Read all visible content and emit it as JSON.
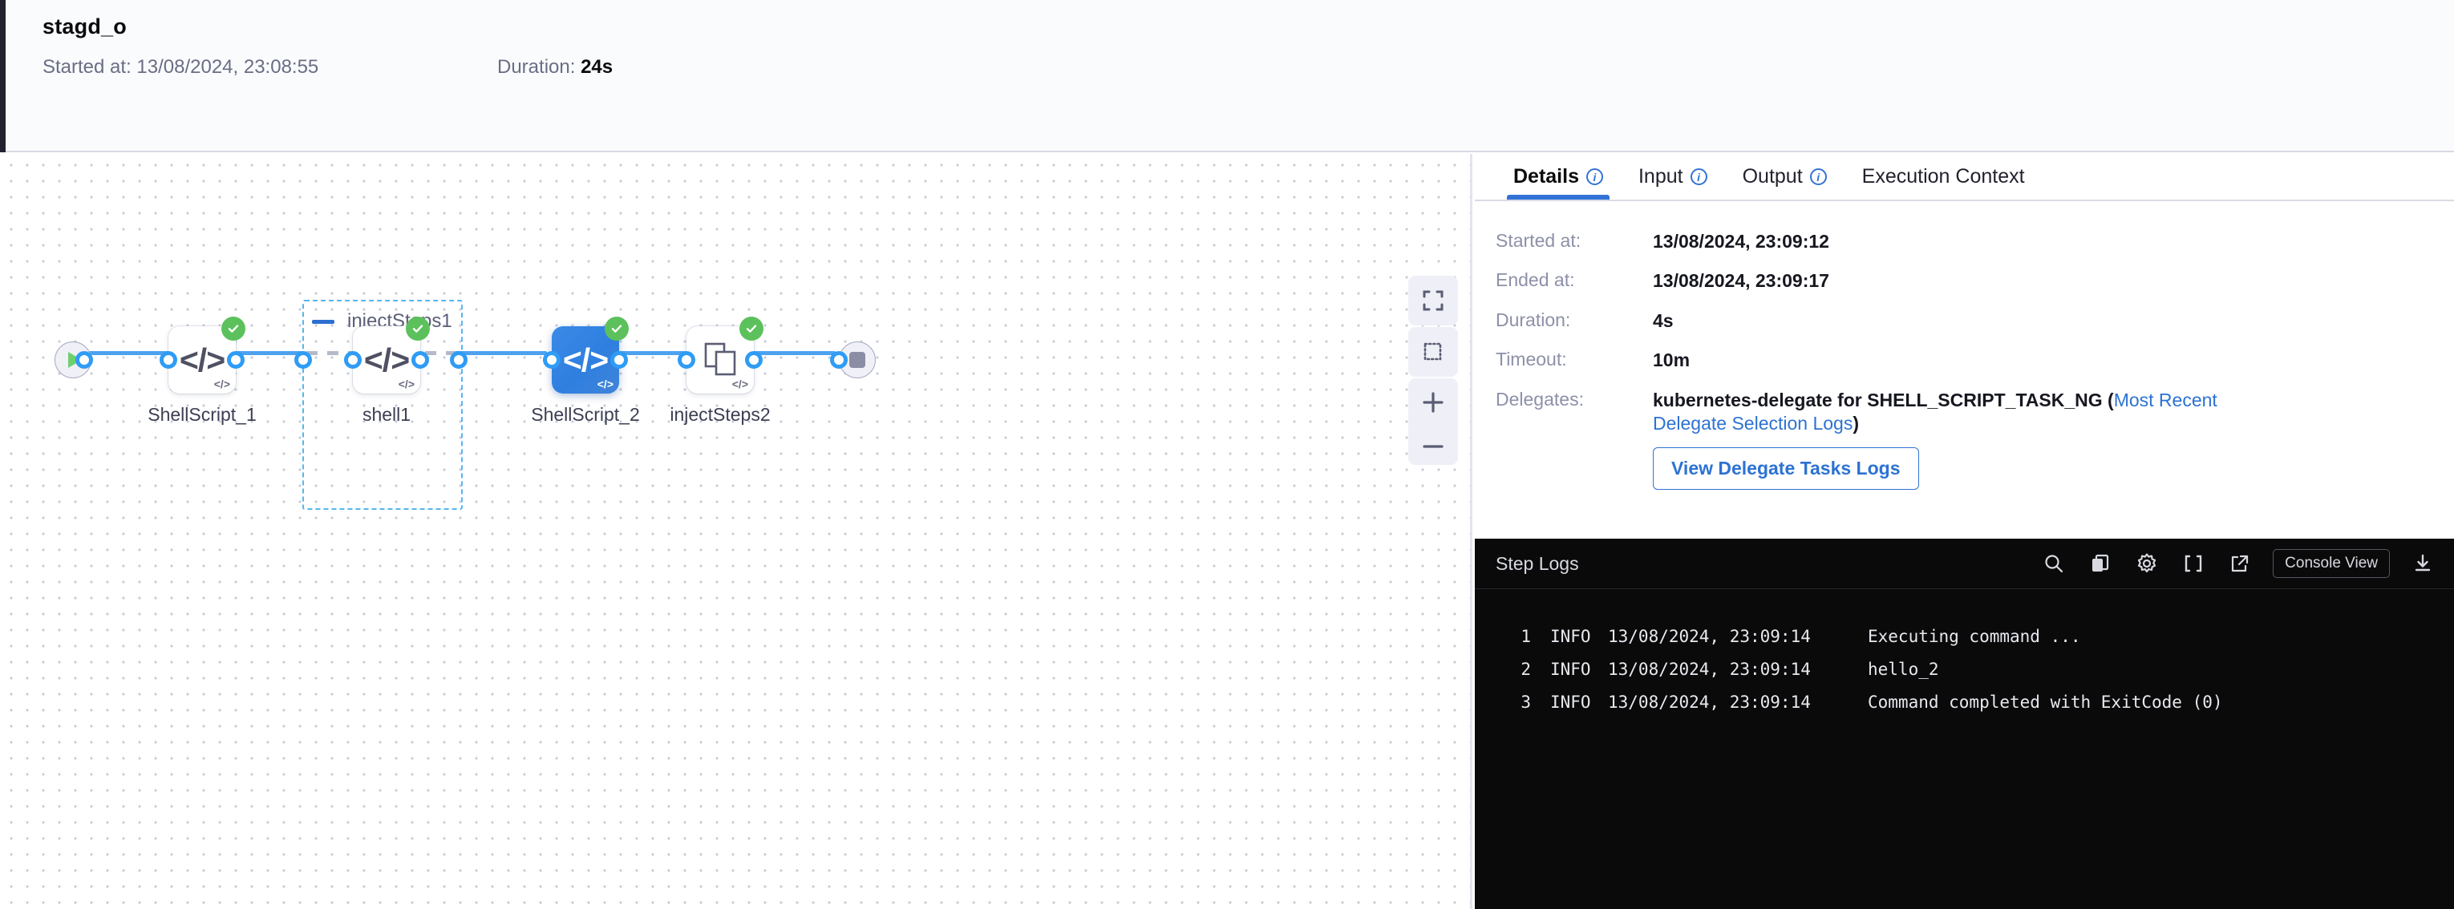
{
  "header": {
    "title": "stagd_o",
    "started_label": "Started at:",
    "started_value": "13/08/2024, 23:08:55",
    "duration_label": "Duration:",
    "duration_value": "24s"
  },
  "canvas": {
    "start_node": {
      "name": "start-node",
      "icon": "play-icon"
    },
    "end_node": {
      "name": "end-node",
      "icon": "stop-icon"
    },
    "nodes": [
      {
        "label": "ShellScript_1",
        "icon": "code-icon",
        "status": "success",
        "selected": false
      },
      {
        "label": "shell1",
        "icon": "code-icon",
        "status": "success",
        "selected": false
      },
      {
        "label": "ShellScript_2",
        "icon": "code-icon",
        "status": "success",
        "selected": true
      },
      {
        "label": "injectSteps2",
        "icon": "stacked-squares-icon",
        "status": "success",
        "selected": false
      }
    ],
    "group": {
      "title": "injectSteps1",
      "collapse_icon": "collapse-minus-icon"
    },
    "controls": [
      {
        "name": "fit-to-screen-button",
        "icon": "fullscreen-icon"
      },
      {
        "name": "marquee-select-button",
        "icon": "selection-box-icon"
      },
      {
        "name": "zoom-in-button",
        "icon": "plus-icon"
      },
      {
        "name": "zoom-out-button",
        "icon": "minus-icon"
      }
    ]
  },
  "panel": {
    "tabs": [
      {
        "label": "Details",
        "info": true,
        "active": true
      },
      {
        "label": "Input",
        "info": true,
        "active": false
      },
      {
        "label": "Output",
        "info": true,
        "active": false
      },
      {
        "label": "Execution Context",
        "info": false,
        "active": false
      }
    ],
    "details": {
      "started_label": "Started at:",
      "started_value": "13/08/2024, 23:09:12",
      "ended_label": "Ended at:",
      "ended_value": "13/08/2024, 23:09:17",
      "duration_label": "Duration:",
      "duration_value": "4s",
      "timeout_label": "Timeout:",
      "timeout_value": "10m",
      "delegates_label": "Delegates:",
      "delegates_text": "kubernetes-delegate for SHELL_SCRIPT_TASK_NG (",
      "delegates_link": "Most Recent Delegate Selection Logs",
      "delegates_text_end": ")",
      "view_logs_button": "View Delegate Tasks Logs"
    }
  },
  "console": {
    "title": "Step Logs",
    "icons": [
      {
        "name": "search-icon"
      },
      {
        "name": "copy-icon"
      },
      {
        "name": "gear-icon"
      },
      {
        "name": "fullscreen-icon"
      },
      {
        "name": "open-external-icon"
      }
    ],
    "view_button": "Console View",
    "download_icon": "download-icon",
    "logs": [
      {
        "no": "1",
        "severity": "INFO",
        "timestamp": "13/08/2024, 23:09:14",
        "message": "Executing command ..."
      },
      {
        "no": "2",
        "severity": "INFO",
        "timestamp": "13/08/2024, 23:09:14",
        "message": "hello_2"
      },
      {
        "no": "3",
        "severity": "INFO",
        "timestamp": "13/08/2024, 23:09:14",
        "message": "Command completed with ExitCode (0)"
      }
    ]
  },
  "colors": {
    "accent_blue": "#3272d6",
    "link_blue": "#2d72d2",
    "connector_blue": "#4da2f0",
    "success_green": "#5cc15c",
    "group_border": "#55b6f0",
    "console_bg": "#0a0a0b"
  }
}
